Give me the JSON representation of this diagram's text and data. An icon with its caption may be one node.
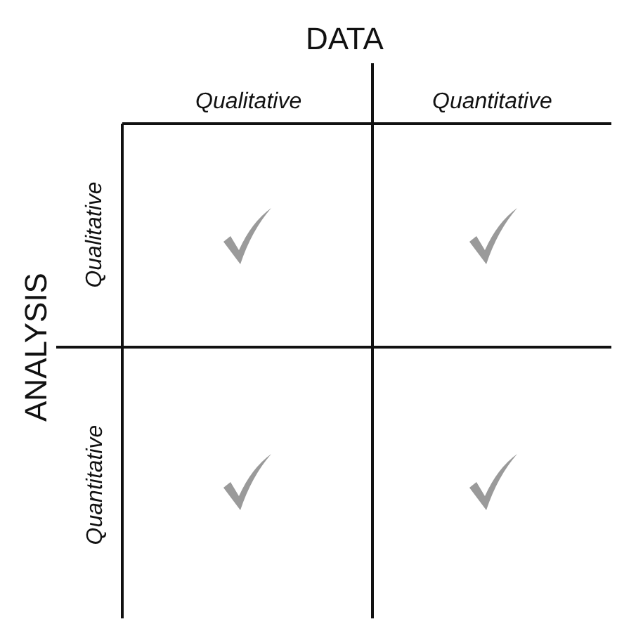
{
  "diagram": {
    "labels": [
      "DATA",
      "Qualitative",
      "Quantitative",
      "ANALYSIS",
      "Qualitative",
      "Quantitative"
    ]
  }
}
